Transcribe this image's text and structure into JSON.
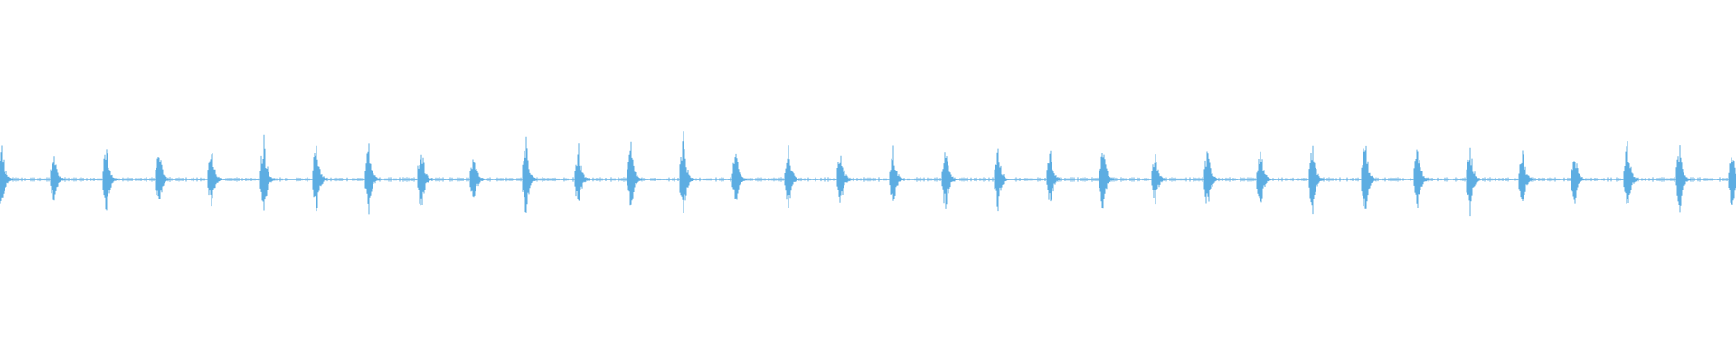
{
  "waveform": {
    "color": "#5dade2",
    "background": "#ffffff",
    "burst_count": 34,
    "bursts": [
      {
        "peak": 0.46
      },
      {
        "peak": 0.34
      },
      {
        "peak": 0.48
      },
      {
        "peak": 0.42
      },
      {
        "peak": 0.4
      },
      {
        "peak": 0.52
      },
      {
        "peak": 0.5
      },
      {
        "peak": 0.44
      },
      {
        "peak": 0.5
      },
      {
        "peak": 0.38
      },
      {
        "peak": 0.48
      },
      {
        "peak": 0.4
      },
      {
        "peak": 0.46
      },
      {
        "peak": 0.54
      },
      {
        "peak": 0.36
      },
      {
        "peak": 0.44
      },
      {
        "peak": 0.38
      },
      {
        "peak": 0.4
      },
      {
        "peak": 0.44
      },
      {
        "peak": 0.4
      },
      {
        "peak": 0.38
      },
      {
        "peak": 0.44
      },
      {
        "peak": 0.34
      },
      {
        "peak": 0.44
      },
      {
        "peak": 0.44
      },
      {
        "peak": 0.46
      },
      {
        "peak": 0.54
      },
      {
        "peak": 0.48
      },
      {
        "peak": 0.46
      },
      {
        "peak": 0.4
      },
      {
        "peak": 0.38
      },
      {
        "peak": 0.5
      },
      {
        "peak": 0.44
      },
      {
        "peak": 0.44
      }
    ]
  }
}
